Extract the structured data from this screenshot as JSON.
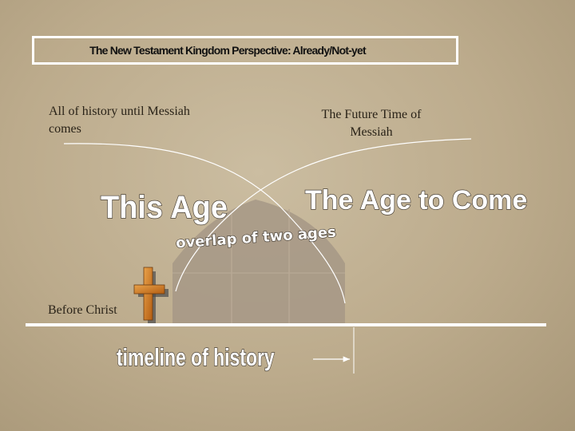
{
  "title": "The New Testament Kingdom Perspective:  Already/Not-yet",
  "labels": {
    "history_until_messiah": "All of history until Messiah comes",
    "future_time": "The Future Time of Messiah",
    "before_christ": "Before Christ"
  },
  "headings": {
    "this_age": "This Age",
    "age_to_come": "The Age to Come",
    "overlap": "overlap of two ages",
    "timeline": "timeline of history"
  },
  "colors": {
    "background": "#bcab8c",
    "cross": "#c8741c",
    "overlap_region": "#a9998a",
    "line": "#ffffff"
  }
}
